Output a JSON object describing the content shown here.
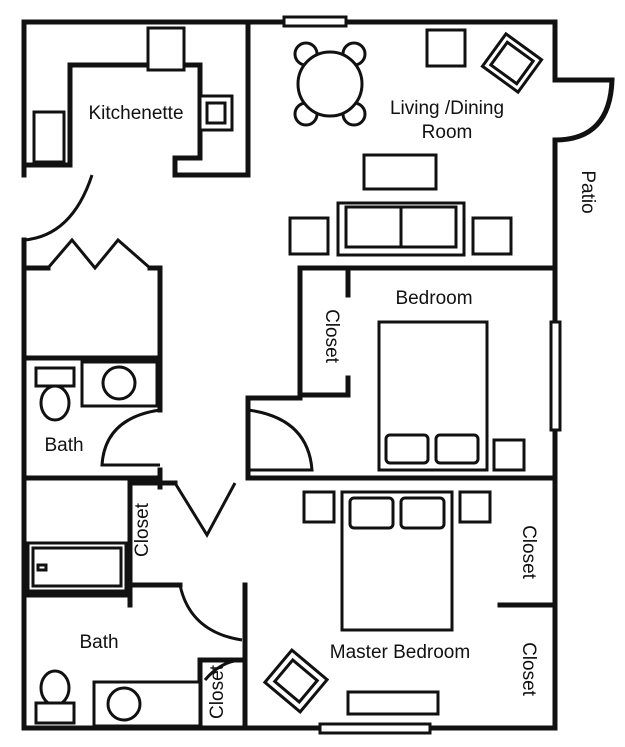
{
  "rooms": {
    "kitchenette": "Kitchenette",
    "living_line1": "Living /Dining",
    "living_line2": "Room",
    "patio": "Patio",
    "bedroom": "Bedroom",
    "closet_bedroom": "Closet",
    "bath_upper": "Bath",
    "closet_hall": "Closet",
    "closet_master_upper": "Closet",
    "closet_master_lower": "Closet",
    "bath_lower": "Bath",
    "master_bedroom": "Master Bedroom",
    "closet_small": "Closet"
  },
  "colors": {
    "line": "#111111",
    "background": "#ffffff"
  }
}
